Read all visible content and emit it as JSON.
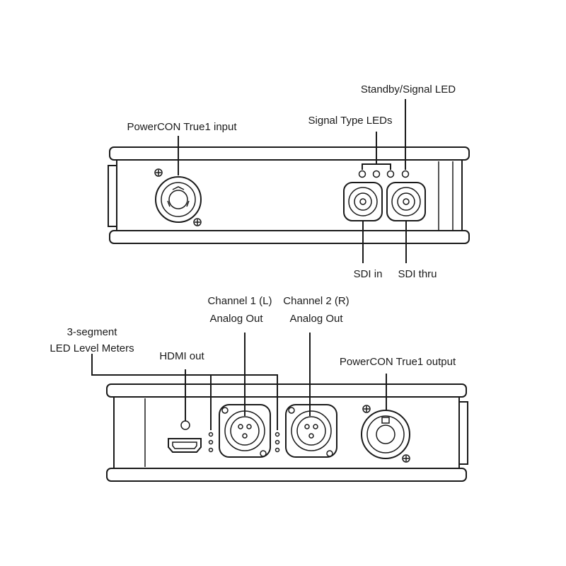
{
  "labels": {
    "standby_led": "Standby/Signal LED",
    "signal_type_leds": "Signal Type LEDs",
    "powercon_input": "PowerCON True1 input",
    "sdi_in": "SDI in",
    "sdi_thru": "SDI thru",
    "channel1_line1": "Channel 1 (L)",
    "channel1_line2": "Analog Out",
    "channel2_line1": "Channel 2 (R)",
    "channel2_line2": "Analog Out",
    "meters_line1": "3-segment",
    "meters_line2": "LED Level Meters",
    "hdmi_out": "HDMI out",
    "powercon_output": "PowerCON True1 output"
  },
  "colors": {
    "line": "#1a1a1a",
    "background": "#ffffff"
  }
}
